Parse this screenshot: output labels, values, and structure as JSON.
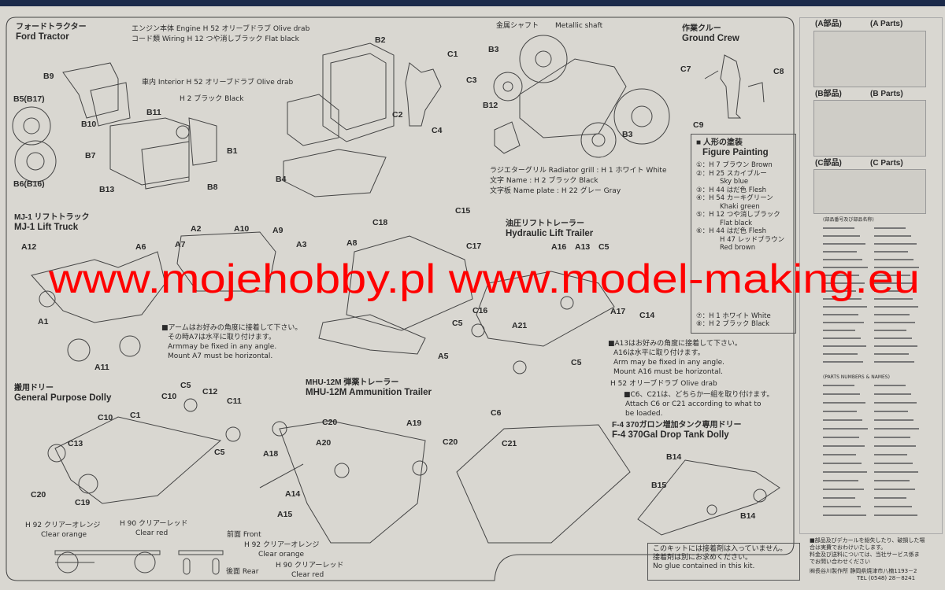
{
  "sections": {
    "ford_tractor": {
      "jp": "フォードトラクター",
      "en": "Ford Tractor"
    },
    "mj1": {
      "jp": "MJ-1 リフトトラック",
      "en": "MJ-1 Lift Truck"
    },
    "dolly": {
      "jp": "搬用ドリー",
      "en": "General Purpose Dolly"
    },
    "mhu": {
      "jp": "MHU-12M 弾薬トレーラー",
      "en": "MHU-12M Ammunition Trailer"
    },
    "hydraulic": {
      "jp": "油圧リフトトレーラー",
      "en": "Hydraulic Lift Trailer"
    },
    "crew": {
      "jp": "作業クルー",
      "en": "Ground Crew"
    },
    "f4": {
      "jp": "F-4 370ガロン増加タンク専用ドリー",
      "en": "F-4 370Gal Drop Tank Dolly"
    }
  },
  "notes": {
    "engine": "エンジン本体 Engine H 52 オリーブドラブ Olive drab",
    "wiring": "コード類 Wiring H 12 つや消しブラック Flat black",
    "interior": "車内 Interior H 52 オリーブドラブ Olive drab",
    "black": "H 2 ブラック Black",
    "metal_jp": "金属シャフト",
    "metal_en": "Metallic shaft",
    "radiator": "ラジエターグリル Radiator grill : H 1 ホワイト White",
    "name": "文字 Name : H 2 ブラック Black",
    "nameplate": "文字板 Name plate : H 22 グレー Gray",
    "arm1": "■アームはお好みの角度に接着して下さい。",
    "arm2": "その時A7は水平に取り付けます。",
    "arm3": "Armmay  be fixed in any angle.",
    "arm4": "Mount A7 must be horizontal.",
    "a13_1": "■A13はお好みの角度に接着して下さい。",
    "a13_2": "A16は水平に取り付けます。",
    "a13_3": "Arm may be fixed in any angle.",
    "a13_4": "Mount A16 must be horizontal.",
    "olive": "H 52 オリーブドラブ Olive drab",
    "c6_1": "■C6、C21は、どちらか一組を取り付けます。",
    "c6_2": "Attach C6 or C21 according to what to",
    "c6_3": "be loaded.",
    "clear_orange_jp": "H 92 クリアーオレンジ",
    "clear_orange_en": "Clear orange",
    "clear_red_jp": "H 90 クリアーレッド",
    "clear_red_en": "Clear red",
    "front": "前面 Front",
    "rear": "後面 Rear",
    "glue1": "このキットには接着剤は入っていません。",
    "glue2": "接着剤は別にお求めください。",
    "glue3": "No glue contained in this kit.",
    "service1": "■部品及びデカールを紛失したり、破損した場",
    "service2": "合は実費でおわけいたします。",
    "service3": "料金及び送料については、当社サービス係ま",
    "service4": "でお問い合わせください",
    "maker": "㈱長谷川製作所",
    "address": "静岡県焼津市八楠1193－2",
    "tel": "TEL (0548) 28－8241"
  },
  "figure_painting": {
    "title_jp": "■ 人形の塗装",
    "title_en": "Figure Painting",
    "items": [
      "①：H 7 ブラウン Brown",
      "②：H 25 スカイブルー",
      "Sky blue",
      "③：H 44 はだ色 Flesh",
      "④：H 54 カーキグリーン",
      "Khaki green",
      "⑤：H 12 つや消しブラック",
      "Flat black",
      "⑥：H 44 はだ色 Flesh",
      "H 47 レッドブラウン",
      "Red brown",
      "⑦：H 1 ホワイト White",
      "⑧：H 2 ブラック Black"
    ]
  },
  "parts_panel": {
    "a_jp": "(A部品)",
    "a_en": "(A Parts)",
    "b_jp": "(B部品)",
    "b_en": "(B Parts)",
    "c_jp": "(C部品)",
    "c_en": "(C Parts)",
    "list_jp": "(部品番号及び部品名称)",
    "list_en": "(PARTS NUMBERS & NAMES)"
  },
  "part_labels": [
    "B9",
    "B5(B17)",
    "B10",
    "B11",
    "B7",
    "B1",
    "B6(B16)",
    "B13",
    "B8",
    "B2",
    "C1",
    "C2",
    "C3",
    "C4",
    "B4",
    "B3",
    "B12",
    "B3",
    "C7",
    "C8",
    "C9",
    "A2",
    "A10",
    "A9",
    "A3",
    "A6",
    "A7",
    "A12",
    "A1",
    "A11",
    "C18",
    "A8",
    "C15",
    "C17",
    "C16",
    "A5",
    "A16",
    "A13",
    "C5",
    "A17",
    "A21",
    "C5",
    "C5",
    "C14",
    "C5",
    "C10",
    "C12",
    "C11",
    "C10",
    "C1",
    "C13",
    "C5",
    "C20",
    "C19",
    "A18",
    "C20",
    "A20",
    "A19",
    "C20",
    "A14",
    "A15",
    "C6",
    "C21",
    "B14",
    "B15",
    "B14"
  ],
  "watermark": "www.mojehobby.pl www.model-making.eu",
  "colors": {
    "paper": "#d9d7d1",
    "ink": "#2a2a2a",
    "watermark": "#ff0000",
    "top_band": "#1b2a4a"
  }
}
